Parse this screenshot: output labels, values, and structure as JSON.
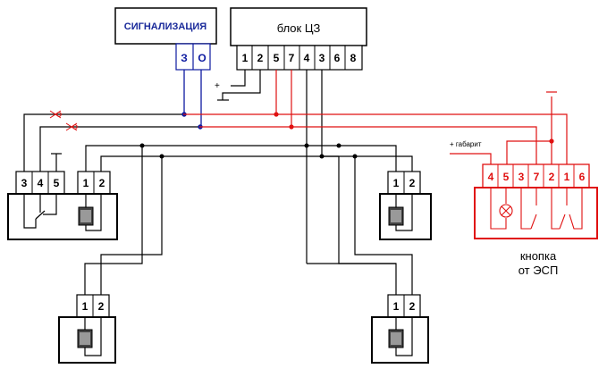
{
  "alarm": {
    "title": "СИГНАЛИЗАЦИЯ",
    "pins": [
      "З",
      "О"
    ]
  },
  "central_lock": {
    "title": "блок ЦЗ",
    "pins": [
      "1",
      "2",
      "5",
      "7",
      "4",
      "3",
      "6",
      "8"
    ],
    "plus": "+"
  },
  "driver_door": {
    "pins": [
      "3",
      "4",
      "5",
      "1",
      "2"
    ]
  },
  "actuators": {
    "front_right": {
      "pins": [
        "1",
        "2"
      ]
    },
    "rear_left": {
      "pins": [
        "1",
        "2"
      ]
    },
    "rear_right": {
      "pins": [
        "1",
        "2"
      ]
    }
  },
  "esp_button": {
    "title_line1": "кнопка",
    "title_line2": "от ЭСП",
    "pins": [
      "4",
      "5",
      "3",
      "7",
      "2",
      "1",
      "6"
    ],
    "gabarit_label": "+ габарит"
  },
  "colors": {
    "black": "#000000",
    "blue": "#0d1aa0",
    "red": "#e01010",
    "alarm_text": "#1a2a9a"
  }
}
